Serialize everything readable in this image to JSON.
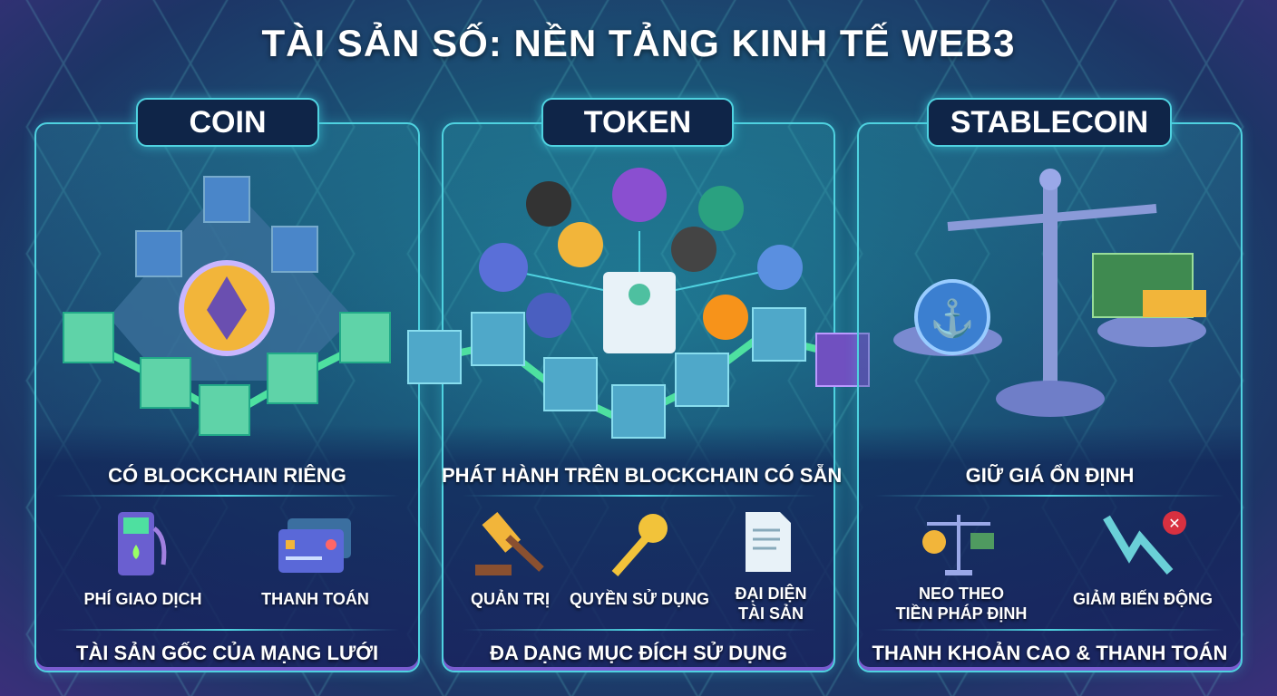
{
  "title": "TÀI SẢN SỐ: NỀN TẢNG KINH TẾ WEB3",
  "panels": [
    {
      "header": "COIN",
      "subtitle": "CÓ BLOCKCHAIN RIÊNG",
      "features": [
        {
          "label": "PHÍ GIAO DỊCH",
          "icon": "fuel-pump-icon"
        },
        {
          "label": "THANH TOÁN",
          "icon": "credit-card-icon"
        }
      ],
      "footer": "TÀI SẢN GỐC CỦA MẠNG LƯỚI"
    },
    {
      "header": "TOKEN",
      "subtitle": "PHÁT HÀNH TRÊN BLOCKCHAIN CÓ SẴN",
      "features": [
        {
          "label": "QUẢN TRỊ",
          "icon": "gavel-icon"
        },
        {
          "label": "QUYỀN SỬ DỤNG",
          "icon": "key-icon"
        },
        {
          "label_line1": "ĐẠI DIỆN",
          "label_line2": "TÀI SẢN",
          "icon": "document-icon"
        }
      ],
      "footer": "ĐA DẠNG MỤC ĐÍCH SỬ DỤNG"
    },
    {
      "header": "STABLECOIN",
      "subtitle": "GIỮ GIÁ ỔN ĐỊNH",
      "features": [
        {
          "label_line1": "NEO THEO",
          "label_line2": "TIỀN PHÁP ĐỊNH",
          "icon": "balance-scale-icon"
        },
        {
          "label": "GIẢM BIẾN ĐỘNG",
          "icon": "downtrend-arrow-icon"
        }
      ],
      "footer": "THANH KHOẢN CAO & THANH TOÁN"
    }
  ],
  "colors": {
    "border": "#4fd2e0",
    "pill_bg": "#0f2548",
    "coin_gold": "#f2b53a",
    "btc": "#f7931a"
  }
}
